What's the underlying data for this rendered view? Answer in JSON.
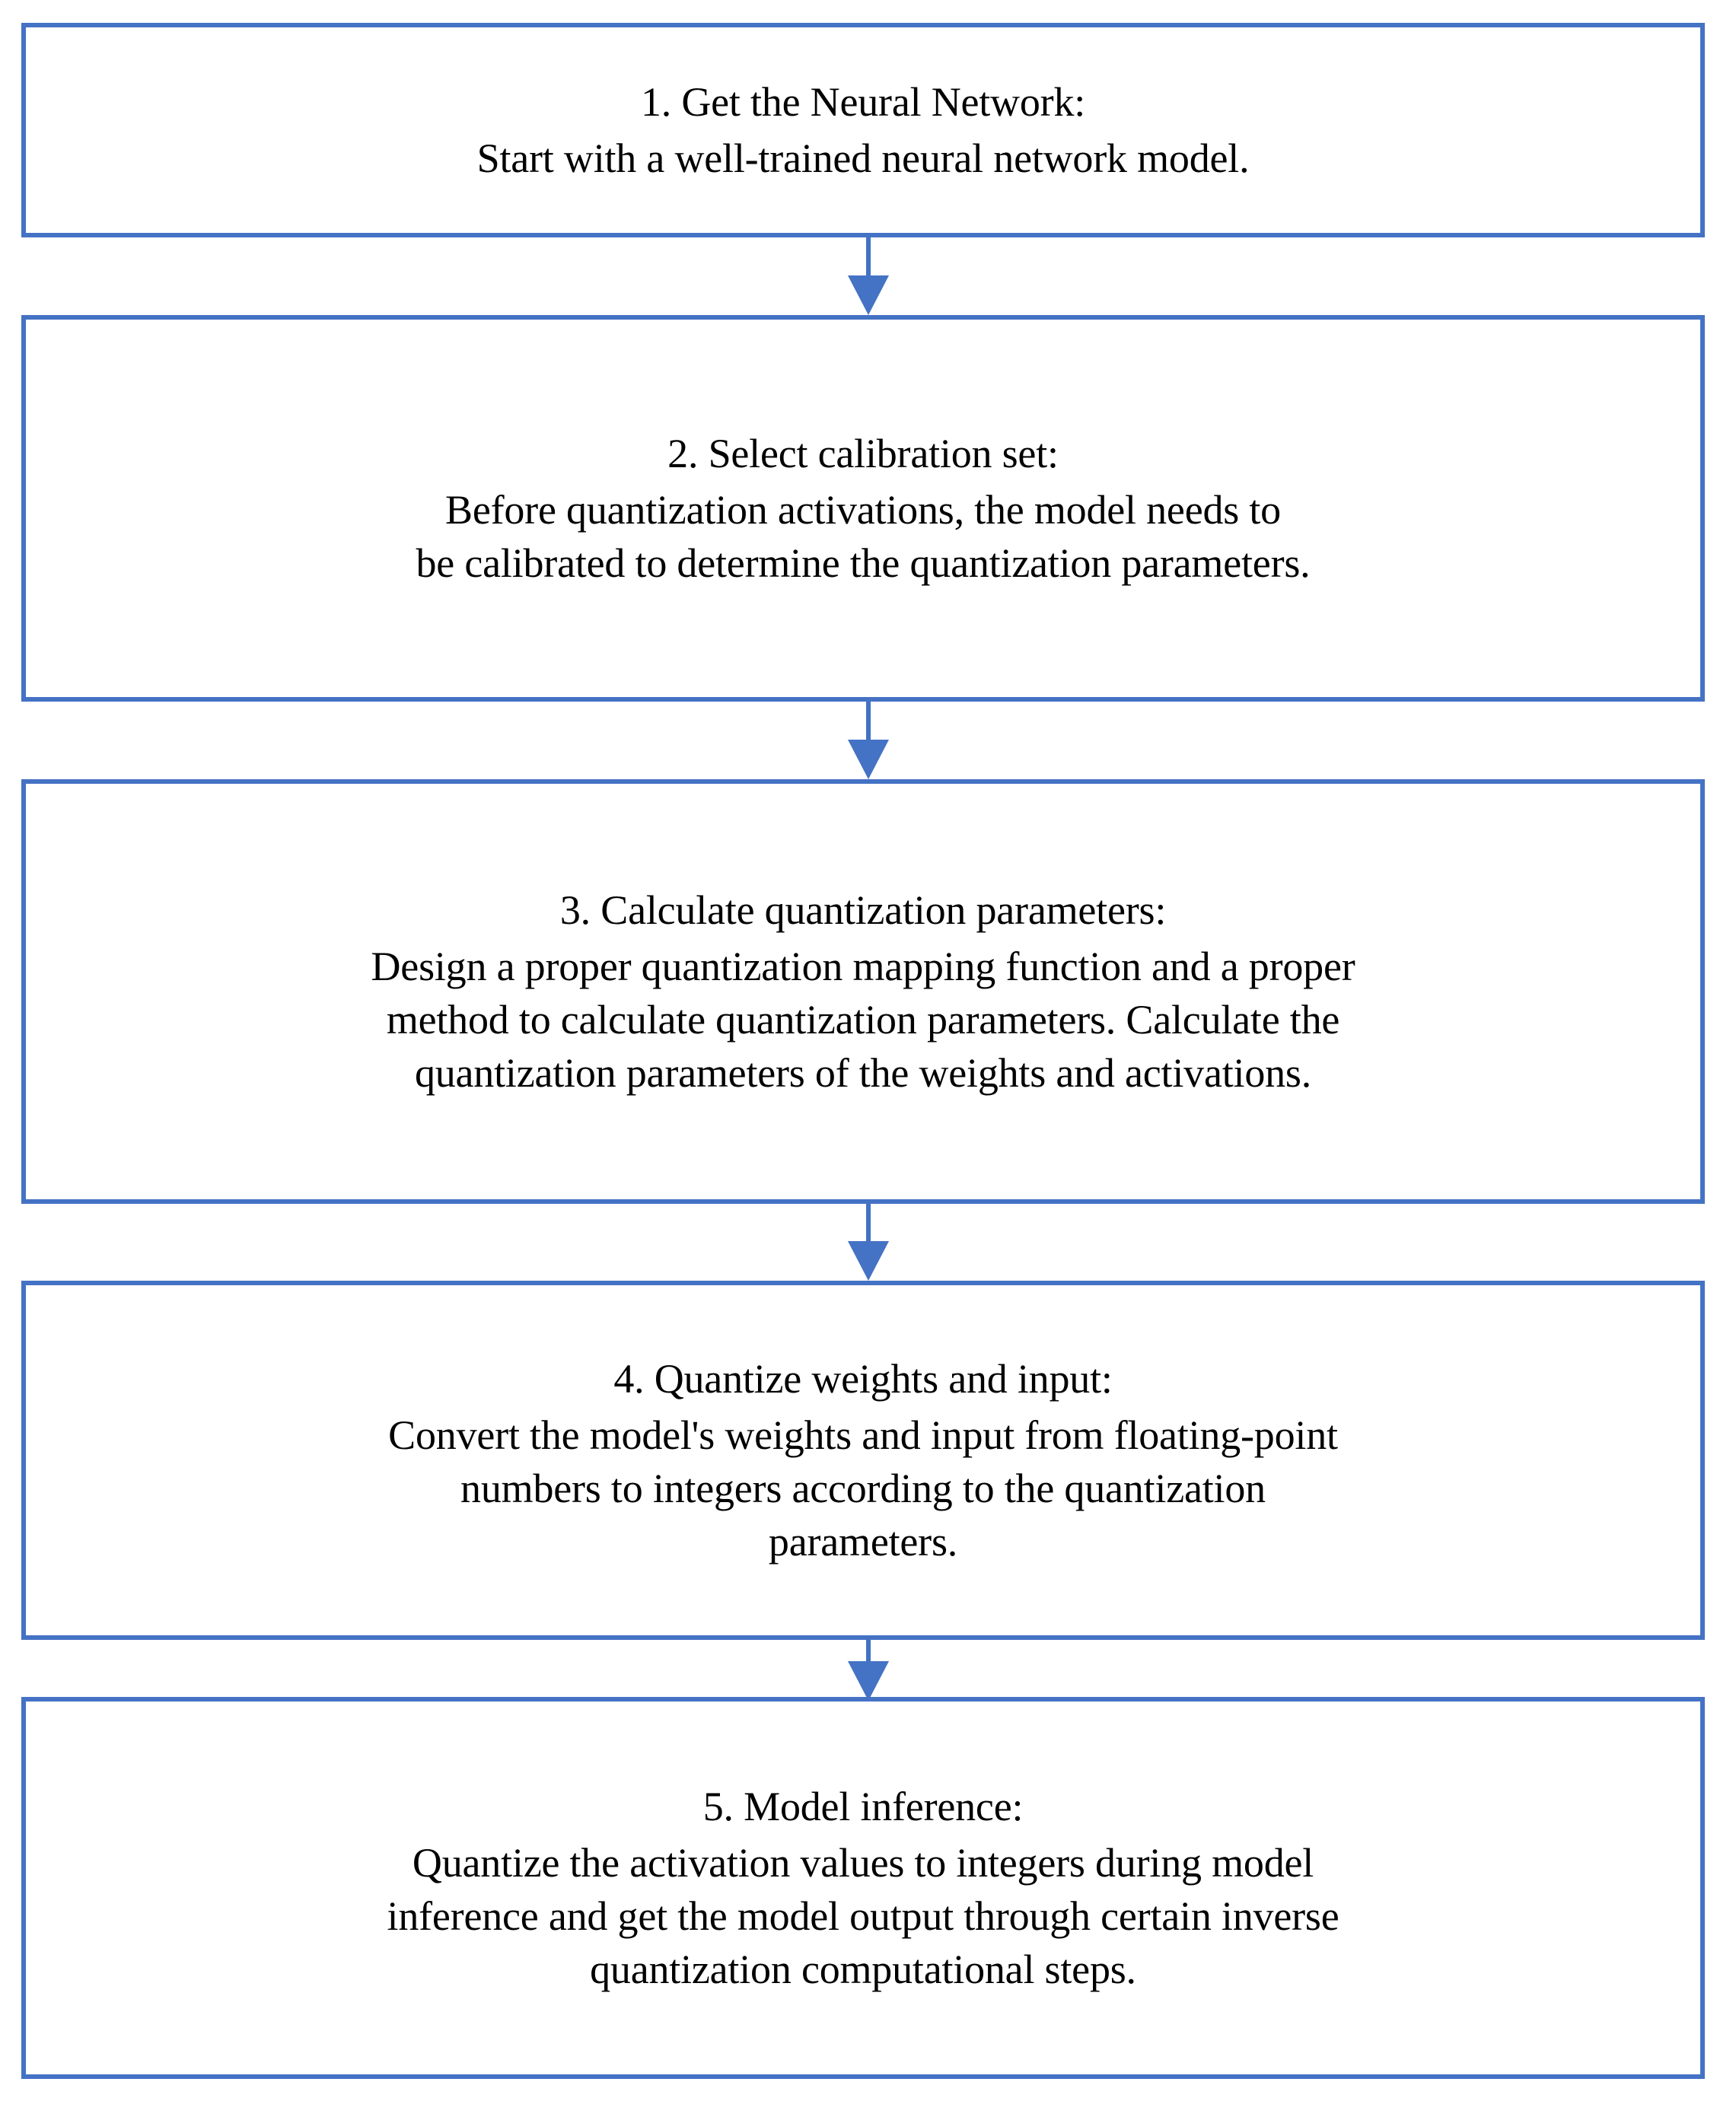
{
  "diagram": {
    "type": "flowchart",
    "orientation": "vertical",
    "accent_color": "#4472C4",
    "background_color": "#FFFFFF",
    "text_color": "#000000",
    "node_count": 5,
    "connector_count": 4,
    "connector_style": "solid-line-with-filled-triangle-arrowhead"
  },
  "nodes": [
    {
      "id": "node-1",
      "title": "1. Get the Neural Network:",
      "lines": [
        "Start with a well-trained neural network model."
      ]
    },
    {
      "id": "node-2",
      "title": "2. Select calibration set:",
      "lines": [
        "Before quantization activations, the model needs to",
        "be calibrated to determine the quantization parameters."
      ]
    },
    {
      "id": "node-3",
      "title": "3. Calculate quantization parameters:",
      "lines": [
        "Design a proper quantization mapping function and a proper",
        "method to calculate quantization parameters. Calculate the",
        "quantization parameters of the weights and activations."
      ]
    },
    {
      "id": "node-4",
      "title": "4. Quantize weights and input:",
      "lines": [
        "Convert the model's weights and input from floating-point",
        "numbers to integers according to the quantization",
        "parameters."
      ]
    },
    {
      "id": "node-5",
      "title": "5. Model inference:",
      "lines": [
        "Quantize the activation values to integers during model",
        "inference and get the model output through certain inverse",
        "quantization computational steps."
      ]
    }
  ],
  "connectors": [
    {
      "id": "connector-1",
      "from": "node-1",
      "to": "node-2",
      "icon": "down-arrow-icon"
    },
    {
      "id": "connector-2",
      "from": "node-2",
      "to": "node-3",
      "icon": "down-arrow-icon"
    },
    {
      "id": "connector-3",
      "from": "node-3",
      "to": "node-4",
      "icon": "down-arrow-icon"
    },
    {
      "id": "connector-4",
      "from": "node-4",
      "to": "node-5",
      "icon": "down-arrow-icon"
    }
  ]
}
